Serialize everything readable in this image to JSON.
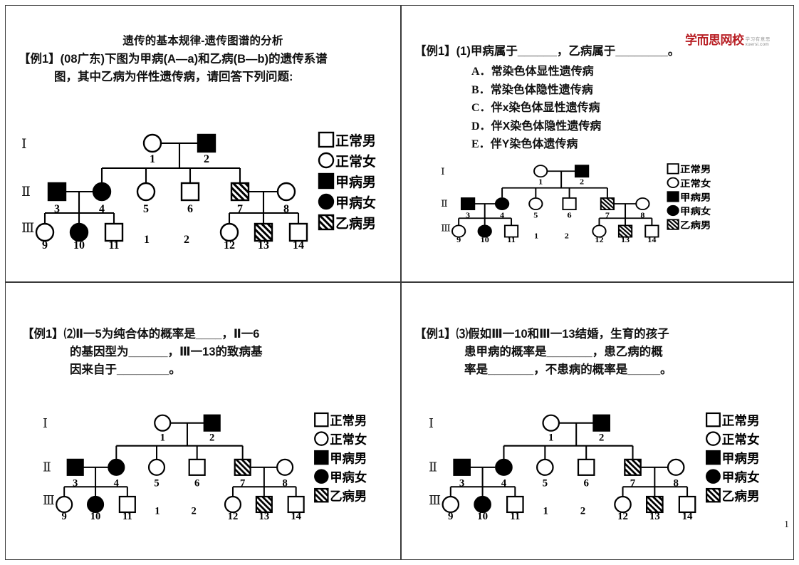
{
  "deck": {
    "page_number": "1",
    "logo": {
      "brand": "学而思网校",
      "tagline_cn": "学习有意思",
      "tagline_en": "xuersi.com",
      "brand_color": "#b81f24"
    }
  },
  "panel1": {
    "title": "遗传的基本规律-遗传图谱的分析",
    "stem_line1": "【例1】(08广东)下图为甲病(A—a)和乙病(B—b)的遗传系谱",
    "stem_line2": "图，其中乙病为伴性遗传病，请回答下列问题:"
  },
  "panel2": {
    "stem_line1": "【例1】(1)甲病属于______，乙病属于________。",
    "choices": [
      {
        "letter": "A．",
        "text": "常染色体显性遗传病"
      },
      {
        "letter": "B．",
        "text": "常染色体隐性遗传病"
      },
      {
        "letter": "C．",
        "text": "伴x染色体显性遗传病"
      },
      {
        "letter": "D．",
        "text": "伴X染色体隐性遗传病"
      },
      {
        "letter": "E．",
        "text": "伴Y染色体遗传病"
      }
    ]
  },
  "panel3": {
    "stem_line1": "【例1】⑵Ⅱ一5为纯合体的概率是____，Ⅱ一6",
    "stem_line2": "的基因型为______，Ⅲ一13的致病基",
    "stem_line3": "因来自于________。"
  },
  "panel4": {
    "stem_line1": "【例1】⑶假如Ⅲ一10和Ⅲ一13结婚，生育的孩子",
    "stem_line2": "患甲病的概率是_______，患乙病的概",
    "stem_line3": "率是_______，不患病的概率是_____。"
  },
  "pedigree": {
    "generation_labels": [
      "Ⅰ",
      "Ⅱ",
      "Ⅲ"
    ],
    "stray_numbers": [
      "1",
      "2"
    ],
    "legend": [
      {
        "symbol": "square-open",
        "label": "正常男"
      },
      {
        "symbol": "circle-open",
        "label": "正常女"
      },
      {
        "symbol": "square-filled",
        "label": "甲病男"
      },
      {
        "symbol": "circle-filled",
        "label": "甲病女"
      },
      {
        "symbol": "square-hatched",
        "label": "乙病男"
      }
    ],
    "individuals": [
      {
        "id": "1",
        "generation": "Ⅰ",
        "sex": "female",
        "symbol": "circle-open"
      },
      {
        "id": "2",
        "generation": "Ⅰ",
        "sex": "male",
        "symbol": "square-filled"
      },
      {
        "id": "3",
        "generation": "Ⅱ",
        "sex": "male",
        "symbol": "square-filled"
      },
      {
        "id": "4",
        "generation": "Ⅱ",
        "sex": "female",
        "symbol": "circle-filled"
      },
      {
        "id": "5",
        "generation": "Ⅱ",
        "sex": "female",
        "symbol": "circle-open"
      },
      {
        "id": "6",
        "generation": "Ⅱ",
        "sex": "male",
        "symbol": "square-open"
      },
      {
        "id": "7",
        "generation": "Ⅱ",
        "sex": "male",
        "symbol": "square-hatched"
      },
      {
        "id": "8",
        "generation": "Ⅱ",
        "sex": "female",
        "symbol": "circle-open"
      },
      {
        "id": "9",
        "generation": "Ⅲ",
        "sex": "female",
        "symbol": "circle-open"
      },
      {
        "id": "10",
        "generation": "Ⅲ",
        "sex": "female",
        "symbol": "circle-filled"
      },
      {
        "id": "11",
        "generation": "Ⅲ",
        "sex": "male",
        "symbol": "square-open"
      },
      {
        "id": "12",
        "generation": "Ⅲ",
        "sex": "female",
        "symbol": "circle-open"
      },
      {
        "id": "13",
        "generation": "Ⅲ",
        "sex": "male",
        "symbol": "square-hatched"
      },
      {
        "id": "14",
        "generation": "Ⅲ",
        "sex": "male",
        "symbol": "square-open"
      }
    ]
  }
}
